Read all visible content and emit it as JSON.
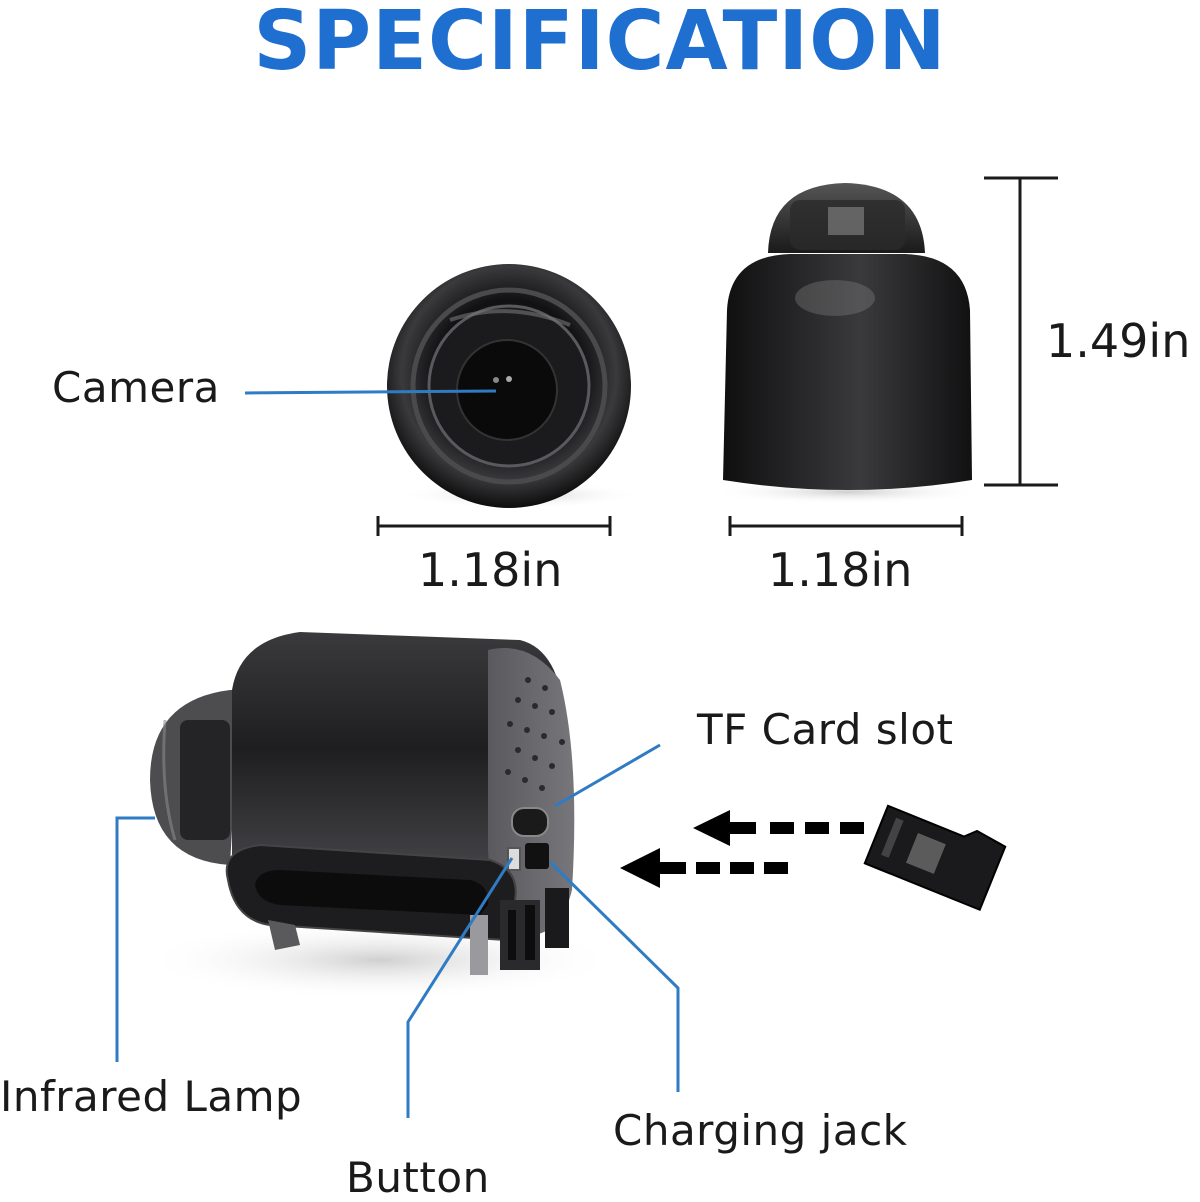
{
  "title": "SPECIFICATION",
  "colors": {
    "title": "#1f6fd1",
    "leader_line": "#2f7bc4",
    "dimension_line": "#1a1a1a",
    "product_body": "#1c1c1e",
    "background": "#ffffff"
  },
  "dimensions": {
    "front_width": "1.18in",
    "side_width": "1.18in",
    "side_height": "1.49in"
  },
  "callouts": {
    "camera": "Camera",
    "tf_card_slot": "TF Card slot",
    "infrared_lamp": "Infrared Lamp",
    "button": "Button",
    "charging_jack": "Charging jack"
  },
  "views": [
    {
      "name": "front-view",
      "description": "camera lens front"
    },
    {
      "name": "side-view",
      "description": "camera body upright"
    },
    {
      "name": "rear-view",
      "description": "camera with stand, rear ports"
    }
  ],
  "icons": {
    "insert_arrows": "arrow-left-dashed-icon",
    "memory_card": "microsd-card-icon"
  }
}
